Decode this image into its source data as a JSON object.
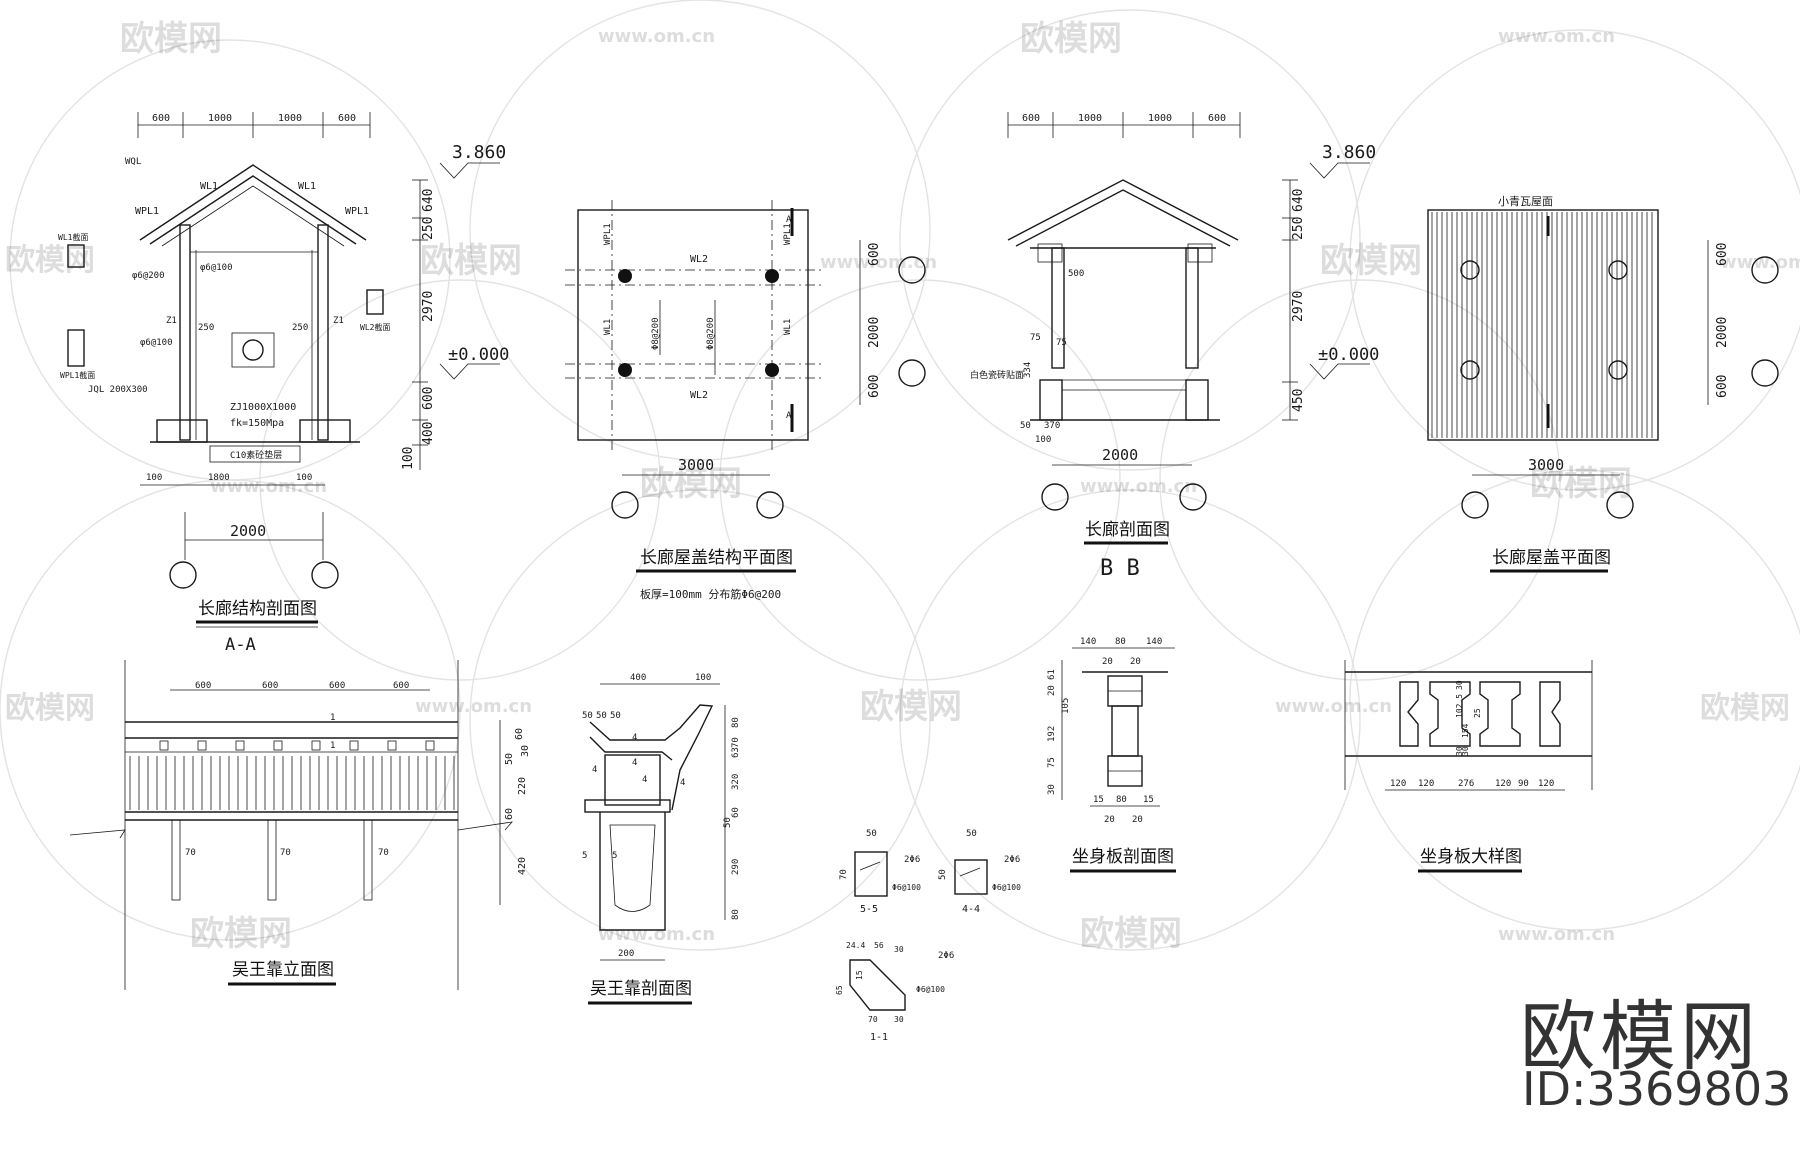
{
  "watermark": {
    "logo_text": "欧模网",
    "site_url": "www.om.cn"
  },
  "brand": {
    "name": "欧模网",
    "id_label": "ID:3369803"
  },
  "drawings": {
    "structure_section": {
      "title": "长廊结构剖面图",
      "section_mark": "A-A",
      "dims_top": [
        "600",
        "1000",
        "1000",
        "600"
      ],
      "dims_bottom": [
        "100",
        "1800",
        "100"
      ],
      "span": "2000",
      "elevation_top": "3.860",
      "elevation_zero": "±0.000",
      "vdims": [
        "640",
        "250",
        "2970",
        "600",
        "400",
        "100"
      ],
      "labels": [
        "WL1",
        "WL1",
        "WPL1",
        "WPL1",
        "WQL",
        "φ6@200",
        "φ6@100",
        "φ6@100",
        "250",
        "250",
        "Z1",
        "Z1",
        "JQL 200X300",
        "ZJ1000X1000",
        "C10素砼垫层",
        "WL1截面",
        "WPL1截面",
        "WL2截面",
        "fk=150Mpa"
      ]
    },
    "roof_structure_plan": {
      "title": "长廊屋盖结构平面图",
      "note": "板厚=100mm 分布筋Φ6@200",
      "labels": [
        "WPL1",
        "WPL1",
        "WL1",
        "WL1",
        "WL2",
        "WL2",
        "Φ8@200",
        "Φ8@200",
        "A",
        "A"
      ],
      "span": "3000",
      "vdims": [
        "600",
        "2000",
        "600"
      ]
    },
    "corridor_section": {
      "title": "长廊剖面图",
      "section_mark": "B B",
      "elevation_top": "3.860",
      "elevation_zero": "±0.000",
      "vdims": [
        "640",
        "250",
        "2970",
        "450"
      ],
      "labels": [
        "500",
        "75",
        "75",
        "334",
        "50",
        "370",
        "100",
        "白色瓷砖贴面"
      ],
      "span": "2000"
    },
    "roof_plan": {
      "title": "长廊屋盖平面图",
      "tile_label": "小青瓦屋面",
      "span": "3000",
      "vdims": [
        "600",
        "2000",
        "600"
      ]
    },
    "bench_elevation": {
      "title": "吴王靠立面图",
      "dims_top": [
        "600",
        "600",
        "600",
        "600"
      ],
      "vdims": [
        "60",
        "50",
        "30",
        "220",
        "60",
        "420"
      ],
      "labels": [
        "1",
        "1",
        "70",
        "70",
        "70"
      ]
    },
    "bench_section": {
      "title": "吴王靠剖面图",
      "dims_top": [
        "400",
        "100"
      ],
      "width_bottom": "200",
      "labels": [
        "50",
        "50",
        "50",
        "4",
        "4",
        "4",
        "4",
        "4",
        "5",
        "5"
      ],
      "vdims": [
        "80",
        "70",
        "63",
        "320",
        "60",
        "50",
        "290",
        "80"
      ]
    },
    "section_details": [
      {
        "id": "5-5",
        "dims": [
          "50",
          "70"
        ],
        "bar": "2Φ6",
        "stirrup": "Φ6@100"
      },
      {
        "id": "4-4",
        "dims": [
          "50",
          "50"
        ],
        "bar": "2Φ6",
        "stirrup": "Φ6@100"
      },
      {
        "id": "1-1",
        "dims": [
          "24.4",
          "56",
          "30",
          "65",
          "70",
          "30",
          "15"
        ],
        "bar": "2Φ6",
        "stirrup": "Φ6@100"
      }
    ],
    "seat_board_section": {
      "title": "坐身板剖面图",
      "dims_top": [
        "140",
        "80",
        "140"
      ],
      "dims_mid": [
        "20",
        "20"
      ],
      "vdims": [
        "61",
        "20",
        "105",
        "192",
        "75",
        "30"
      ],
      "dims_bottom": [
        "15",
        "80",
        "15"
      ],
      "dims_bottom2": [
        "20",
        "20"
      ]
    },
    "seat_board_detail": {
      "title": "坐身板大样图",
      "dims_bottom": [
        "120",
        "120",
        "276",
        "120",
        "90",
        "120"
      ],
      "labels": [
        "30",
        "102.5",
        "154",
        "25",
        "30",
        "30"
      ]
    }
  }
}
